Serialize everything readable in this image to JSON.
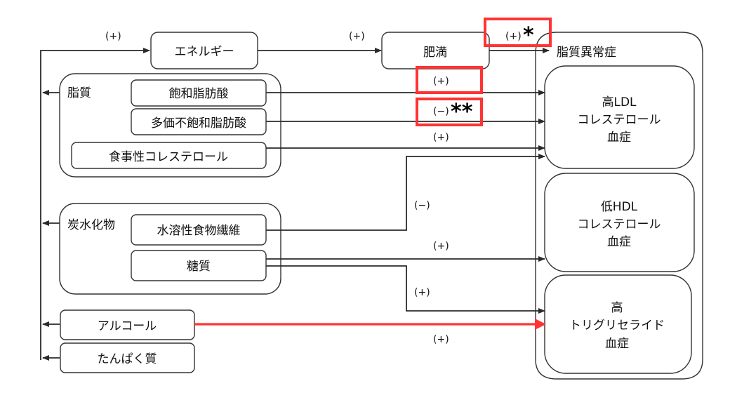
{
  "diagram": {
    "nodes": {
      "energy": "エネルギー",
      "obesity": "肥満",
      "lipid_group": "脂質",
      "saturated_fa": "飽和脂肪酸",
      "pufa": "多価不飽和脂肪酸",
      "dietary_cholesterol": "食事性コレステロール",
      "carb_group": "炭水化物",
      "soluble_fiber": "水溶性食物繊維",
      "sugar": "糖質",
      "alcohol": "アルコール",
      "protein": "たんぱく質",
      "dyslipidemia_group": "脂質異常症",
      "high_ldl": [
        "高LDL",
        "コレステロール",
        "血症"
      ],
      "low_hdl": [
        "低HDL",
        "コレステロール",
        "血症"
      ],
      "high_tg": [
        "高",
        "トリグリセライド",
        "血症"
      ]
    },
    "edge_labels": {
      "to_energy": "(+)",
      "energy_to_obesity": "(+)",
      "obesity_to_dyslipidemia": "(+)",
      "obesity_star": "*",
      "saturated_to_ldl": "(+)",
      "pufa_to_ldl": "(−)",
      "pufa_star": "**",
      "cholesterol_to_ldl": "(+)",
      "fiber_to_ldl": "(−)",
      "sugar_to_hdl": "(+)",
      "sugar_to_tg": "(+)",
      "alcohol_to_tg": "(+)"
    },
    "edges": [
      {
        "from": "lipid_group",
        "to": "energy",
        "sign": "+"
      },
      {
        "from": "carb_group",
        "to": "energy",
        "sign": "+"
      },
      {
        "from": "alcohol",
        "to": "energy",
        "sign": "+"
      },
      {
        "from": "protein",
        "to": "energy",
        "sign": "+"
      },
      {
        "from": "energy",
        "to": "obesity",
        "sign": "+"
      },
      {
        "from": "obesity",
        "to": "dyslipidemia_group",
        "sign": "+",
        "highlighted": true
      },
      {
        "from": "saturated_fa",
        "to": "high_ldl",
        "sign": "+",
        "highlighted": true
      },
      {
        "from": "pufa",
        "to": "high_ldl",
        "sign": "-",
        "highlighted": true
      },
      {
        "from": "dietary_cholesterol",
        "to": "high_ldl",
        "sign": "+"
      },
      {
        "from": "soluble_fiber",
        "to": "high_ldl",
        "sign": "-"
      },
      {
        "from": "sugar",
        "to": "low_hdl",
        "sign": "+"
      },
      {
        "from": "sugar",
        "to": "high_tg",
        "sign": "+"
      },
      {
        "from": "alcohol",
        "to": "high_tg",
        "sign": "+",
        "highlighted": true
      }
    ],
    "colors": {
      "highlight": "#ff3333",
      "line": "#2a2a2a"
    }
  }
}
